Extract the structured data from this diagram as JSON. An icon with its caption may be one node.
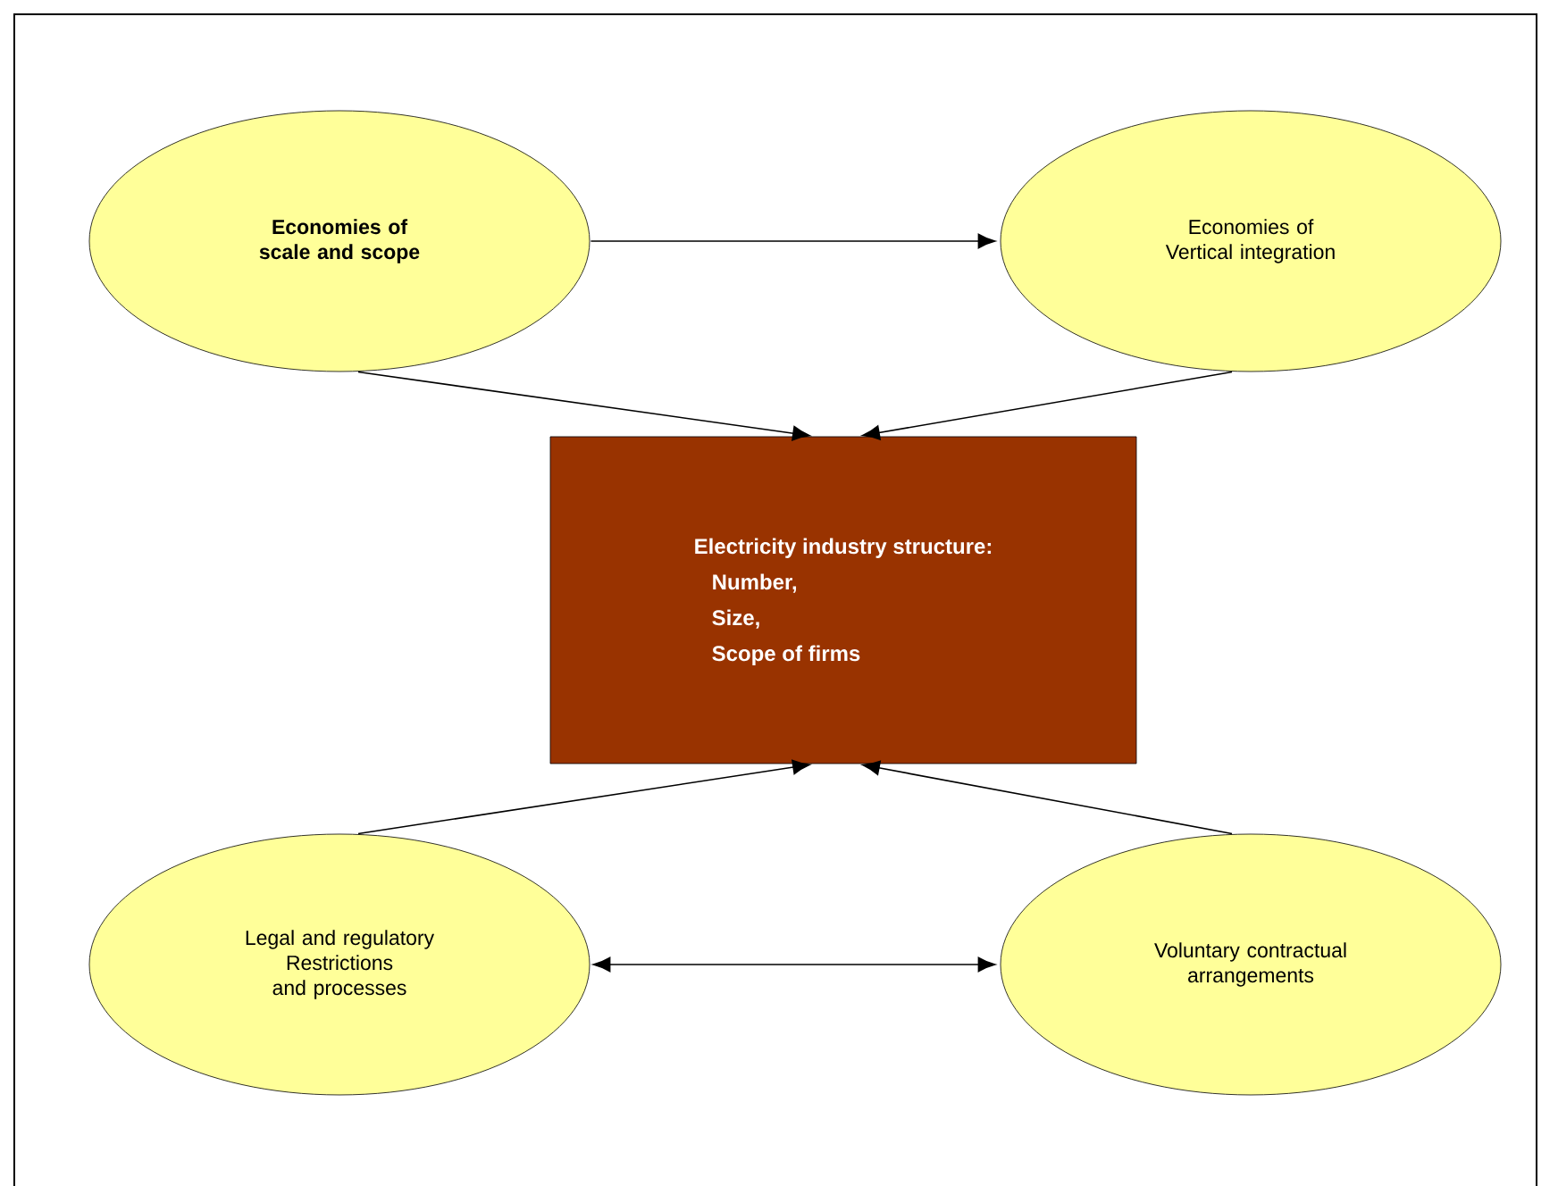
{
  "diagram": {
    "nodes": [
      {
        "text": [
          "Economies of scale and scope"
        ]
      },
      {
        "text": [
          "Economies of Vertical integration"
        ]
      },
      {
        "text": [
          "Electricity industry structure:",
          "Number,",
          "Size,",
          "Scope of firms"
        ]
      },
      {
        "text": [
          "Legal and regulatory Restrictions and processes"
        ]
      },
      {
        "text": [
          "Voluntary contractual arrangements"
        ]
      }
    ],
    "edges": [
      {
        "from": 0,
        "to": 1,
        "arrow": "to"
      },
      {
        "from": 0,
        "to": 2,
        "arrow": "to"
      },
      {
        "from": 1,
        "to": 2,
        "arrow": "to"
      },
      {
        "from": 3,
        "to": 2,
        "arrow": "to"
      },
      {
        "from": 4,
        "to": 2,
        "arrow": "to"
      },
      {
        "from": 3,
        "to": 4,
        "arrow": "both"
      }
    ]
  }
}
